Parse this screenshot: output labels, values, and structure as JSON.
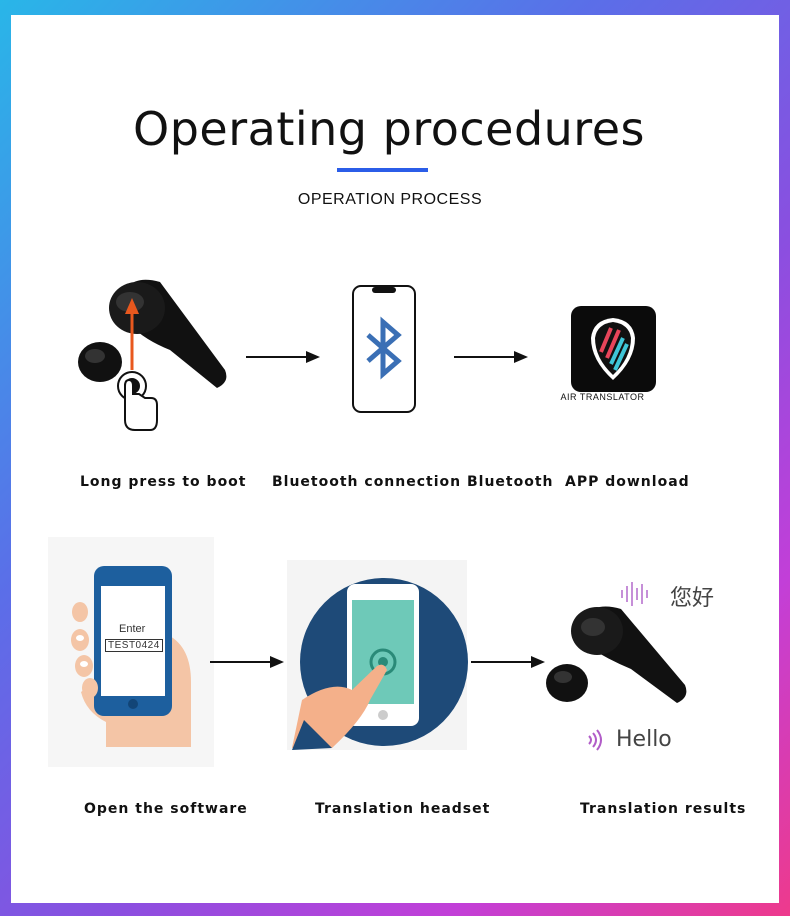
{
  "header": {
    "title": "Operating procedures",
    "subtitle": "OPERATION PROCESS"
  },
  "steps": [
    {
      "label": "Long press to boot"
    },
    {
      "label": "Bluetooth connection Bluetooth"
    },
    {
      "label": "APP download"
    },
    {
      "label": "Open the software"
    },
    {
      "label": "Translation headset"
    },
    {
      "label": "Translation results"
    }
  ],
  "app": {
    "name": "AIR TRANSLATOR"
  },
  "phone_screen": {
    "prompt": "Enter",
    "code": "TEST0424"
  },
  "results": {
    "chinese": "您好",
    "english": "Hello"
  },
  "colors": {
    "accent_bar": "#2b5de8",
    "bluetooth": "#3a6fb5",
    "tap_circle": "#1e4a78",
    "screen_teal": "#6ec9b8"
  }
}
